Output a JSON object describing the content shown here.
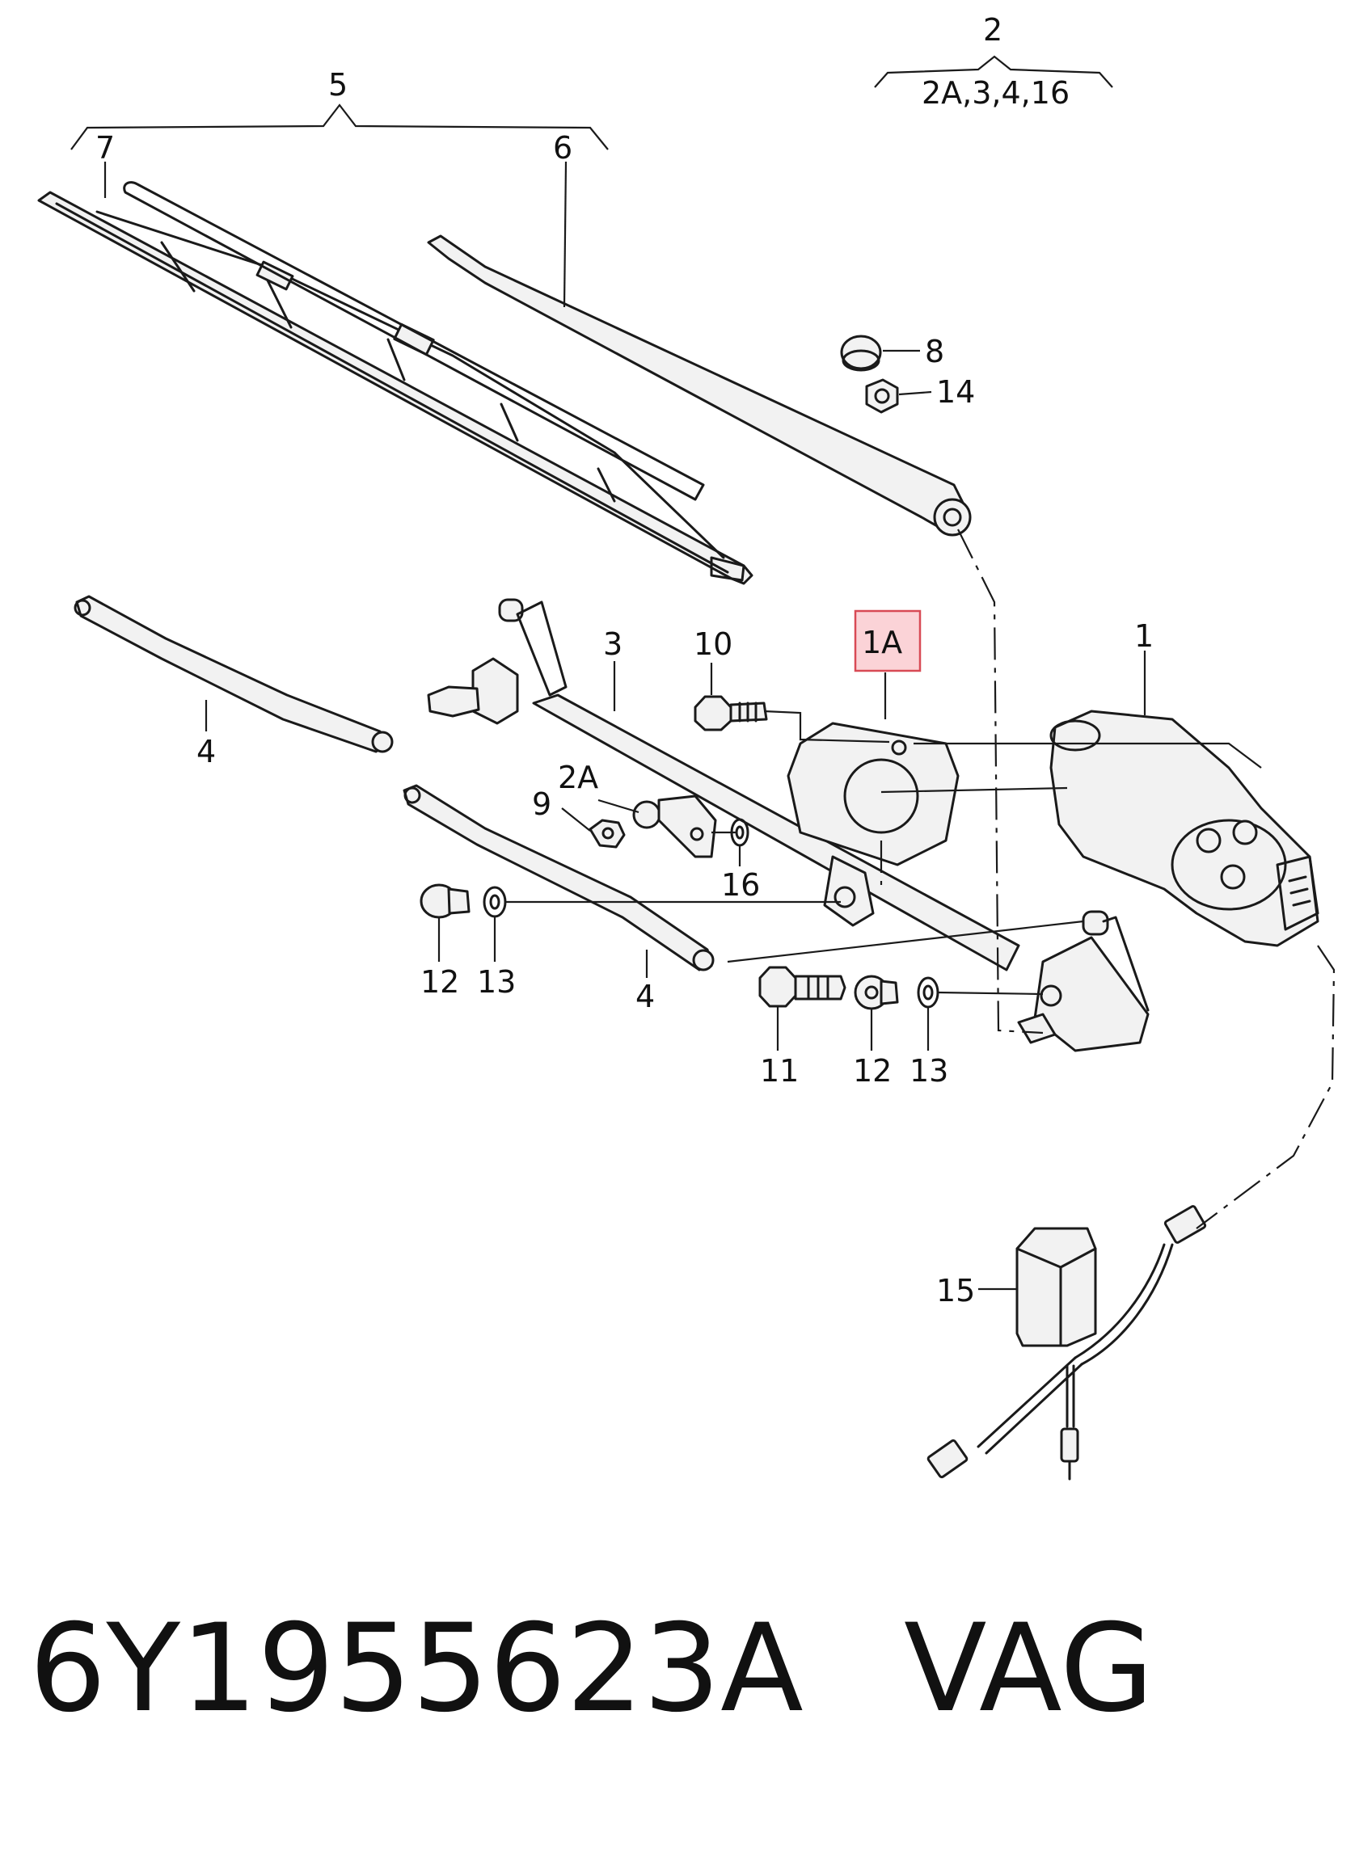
{
  "diagram": {
    "labels": {
      "group_2": "2",
      "group_2_members": "2A,3,4,16",
      "group_5": "5",
      "l7": "7",
      "l6": "6",
      "l8": "8",
      "l14": "14",
      "l10": "10",
      "l1A": "1A",
      "l3": "3",
      "l1": "1",
      "l4_upper": "4",
      "l2A": "2A",
      "l9": "9",
      "l16": "16",
      "l12_left": "12",
      "l13_left": "13",
      "l4_lower": "4",
      "l11": "11",
      "l12_right": "12",
      "l13_right": "13",
      "l15": "15"
    },
    "highlight_color": "#fbd3d7"
  },
  "footer": {
    "part_number": "6Y1955623A",
    "brand": "VAG"
  }
}
